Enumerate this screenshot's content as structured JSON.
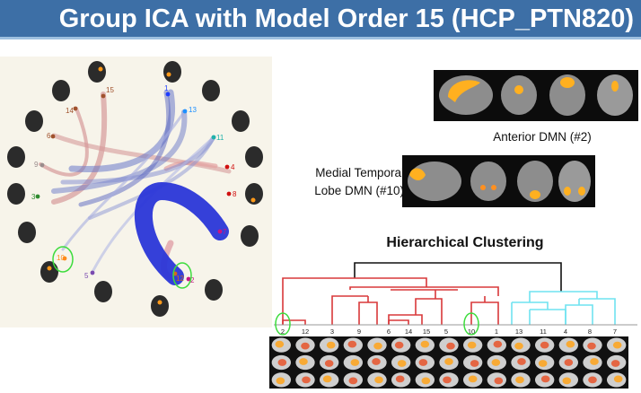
{
  "header": {
    "title": "Group ICA with Model Order 15 (HCP_PTN820)"
  },
  "connectogram": {
    "nodes": [
      {
        "label": "15",
        "color": "#a0522d"
      },
      {
        "label": "14",
        "color": "#a0522d"
      },
      {
        "label": "6",
        "color": "#a0522d"
      },
      {
        "label": "9",
        "color": "#9a8c8c"
      },
      {
        "label": "3",
        "color": "#2e8b2e"
      },
      {
        "label": "10",
        "color": "#ff8c1a"
      },
      {
        "label": "5",
        "color": "#7a4ab0"
      },
      {
        "label": "12",
        "color": "#d2691e"
      },
      {
        "label": "2",
        "color": "#c71585"
      },
      {
        "label": "7",
        "color": "#c71585"
      },
      {
        "label": "8",
        "color": "#d01010"
      },
      {
        "label": "4",
        "color": "#d01010"
      },
      {
        "label": "11",
        "color": "#20b2aa"
      },
      {
        "label": "13",
        "color": "#1e90ff"
      },
      {
        "label": "1",
        "color": "#1e3cff"
      }
    ],
    "highlight_color": "#3ddc3d"
  },
  "captions": {
    "anterior": "Anterior DMN (#2)",
    "mtl_line1": "Medial Temporal",
    "mtl_line2": "Lobe DMN (#10)"
  },
  "dendrogram": {
    "title": "Hierarchical Clustering",
    "leaves": [
      "2",
      "12",
      "3",
      "9",
      "6",
      "14",
      "15",
      "5",
      "10",
      "1",
      "13",
      "11",
      "4",
      "8",
      "7"
    ],
    "highlighted_leaves": [
      "2",
      "10"
    ],
    "colors": {
      "cluster_a": "#d9383a",
      "cluster_b": "#6fe3f0",
      "root": "#111111",
      "highlight": "#3ddc3d"
    }
  }
}
